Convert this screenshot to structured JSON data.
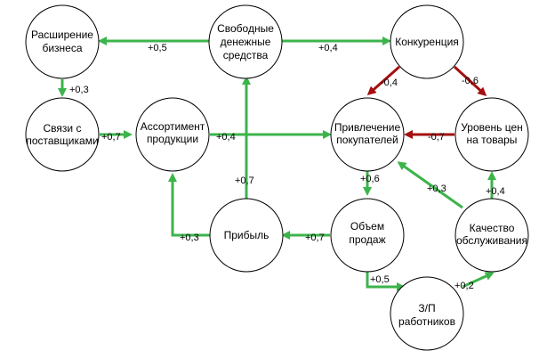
{
  "colors": {
    "positive": "#3cb44b",
    "negative": "#a50f0f",
    "node_stroke": "#000000",
    "node_fill": "#ffffff"
  },
  "nodes": {
    "business_expansion": [
      "Расширение",
      "бизнеса"
    ],
    "free_cash": [
      "Свободные",
      "денежные",
      "средства"
    ],
    "competition": [
      "Конкуренция"
    ],
    "supplier_relations": [
      "Связи с",
      "поставщиками"
    ],
    "assortment": [
      "Ассортимент",
      "продукции"
    ],
    "customer_attraction": [
      "Привлечение",
      "покупателей"
    ],
    "price_level": [
      "Уровень цен",
      "на товары"
    ],
    "profit": [
      "Прибыль"
    ],
    "sales_volume": [
      "Объем",
      "продаж"
    ],
    "service_quality": [
      "Качество",
      "обслуживания"
    ],
    "staff_salary": [
      "З/П",
      "работников"
    ]
  },
  "edges": [
    {
      "from": "free_cash",
      "to": "business_expansion",
      "label": "+0,5",
      "sign": "positive"
    },
    {
      "from": "free_cash",
      "to": "competition",
      "label": "+0,4",
      "sign": "positive"
    },
    {
      "from": "business_expansion",
      "to": "supplier_relations",
      "label": "+0,3",
      "sign": "positive"
    },
    {
      "from": "supplier_relations",
      "to": "assortment",
      "label": "+0,7",
      "sign": "positive"
    },
    {
      "from": "assortment",
      "to": "customer_attraction",
      "label": "+0,4",
      "sign": "positive"
    },
    {
      "from": "competition",
      "to": "customer_attraction",
      "label": "-0,4",
      "sign": "negative"
    },
    {
      "from": "competition",
      "to": "price_level",
      "label": "-0,6",
      "sign": "negative"
    },
    {
      "from": "price_level",
      "to": "customer_attraction",
      "label": "-0,7",
      "sign": "negative"
    },
    {
      "from": "profit",
      "to": "free_cash",
      "label": "+0,7",
      "sign": "positive"
    },
    {
      "from": "customer_attraction",
      "to": "sales_volume",
      "label": "+0,6",
      "sign": "positive"
    },
    {
      "from": "sales_volume",
      "to": "profit",
      "label": "+0,7",
      "sign": "positive"
    },
    {
      "from": "profit",
      "to": "assortment",
      "label": "+0,3",
      "sign": "positive"
    },
    {
      "from": "service_quality",
      "to": "customer_attraction",
      "label": "+0,3",
      "sign": "positive"
    },
    {
      "from": "service_quality",
      "to": "price_level",
      "label": "+0,4",
      "sign": "positive"
    },
    {
      "from": "sales_volume",
      "to": "staff_salary",
      "label": "+0,5",
      "sign": "positive"
    },
    {
      "from": "staff_salary",
      "to": "service_quality",
      "label": "+0,2",
      "sign": "positive"
    }
  ]
}
